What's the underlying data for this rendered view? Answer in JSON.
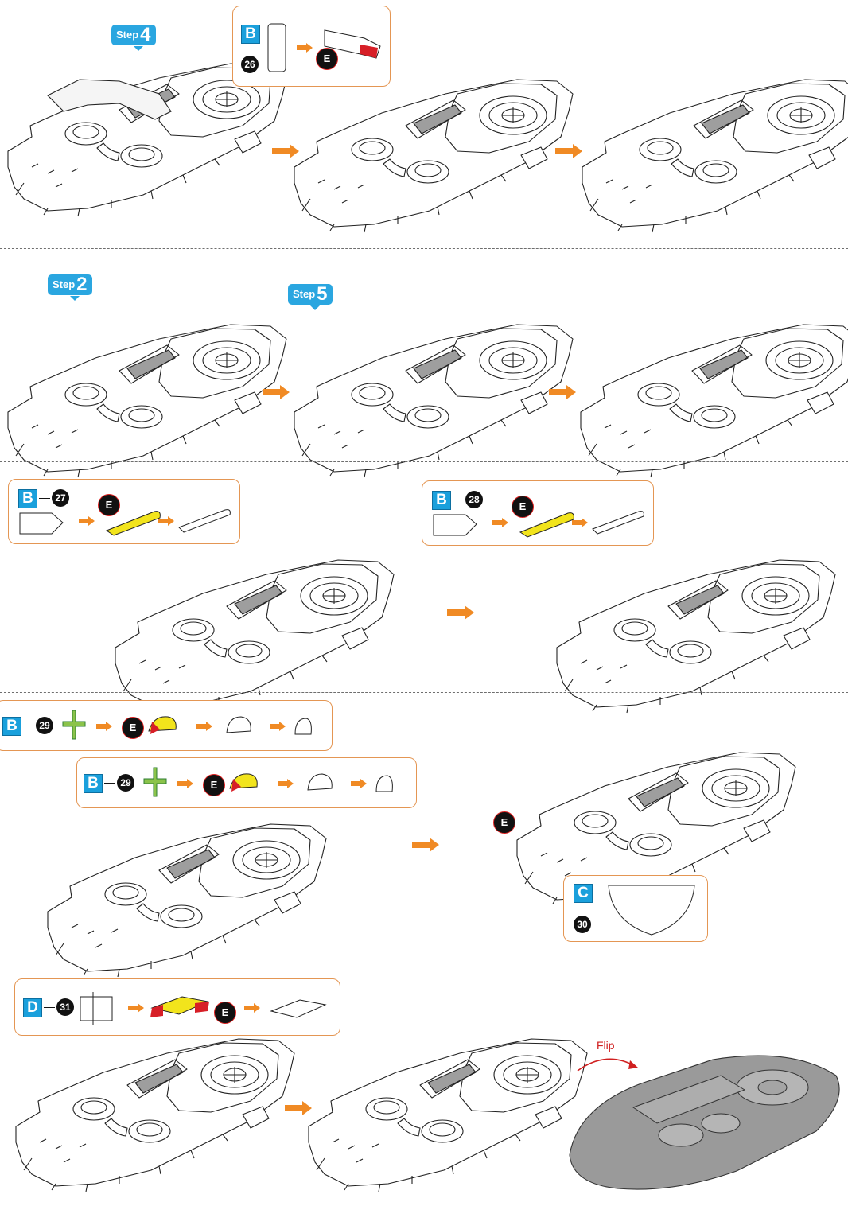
{
  "steps": [
    {
      "tag": "Step",
      "num": "4"
    },
    {
      "tag": "Step",
      "num": "2"
    },
    {
      "tag": "Step",
      "num": "5"
    }
  ],
  "callouts": {
    "c26": {
      "sheet": "B",
      "part": "26",
      "action": "E"
    },
    "c27": {
      "sheet": "B",
      "part": "27",
      "action": "E"
    },
    "c28": {
      "sheet": "B",
      "part": "28",
      "action": "E"
    },
    "c29a": {
      "sheet": "B",
      "part": "29",
      "action": "E"
    },
    "c29b": {
      "sheet": "B",
      "part": "29",
      "action": "E"
    },
    "c30": {
      "sheet": "C",
      "part": "30"
    },
    "c31": {
      "sheet": "D",
      "part": "31",
      "action": "E"
    }
  },
  "panel4_e": "E",
  "flip_label": "Flip",
  "dash": "—",
  "colors": {
    "accent": "#f08a24",
    "divider": "#6e6e6e",
    "sheet": "#1aa0dc",
    "guide": "#c62828",
    "tab": "#8bc34a",
    "yellow": "#f2e41c",
    "red": "#d71f27",
    "gray": "#9a9a9a"
  }
}
